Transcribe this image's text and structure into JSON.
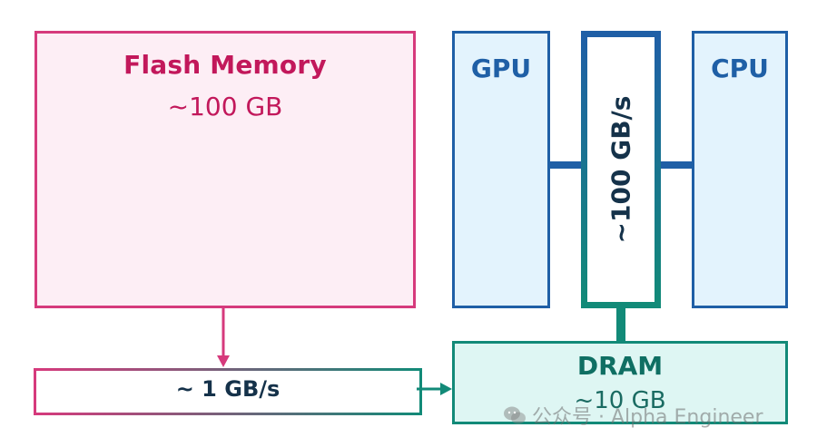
{
  "flash_memory": {
    "title": "Flash Memory",
    "capacity": "~100 GB"
  },
  "gpu": {
    "label": "GPU"
  },
  "cpu": {
    "label": "CPU"
  },
  "bus": {
    "bandwidth": "~100 GB/s"
  },
  "dram": {
    "title": "DRAM",
    "capacity": "~10 GB"
  },
  "flash_link": {
    "bandwidth": "~ 1 GB/s"
  },
  "watermark": {
    "text": "公众号 · Alpha Engineer"
  },
  "colors": {
    "flash": "#d63a7c",
    "flash_text": "#c2185b",
    "processor": "#1f5fa6",
    "dram": "#128a78"
  }
}
